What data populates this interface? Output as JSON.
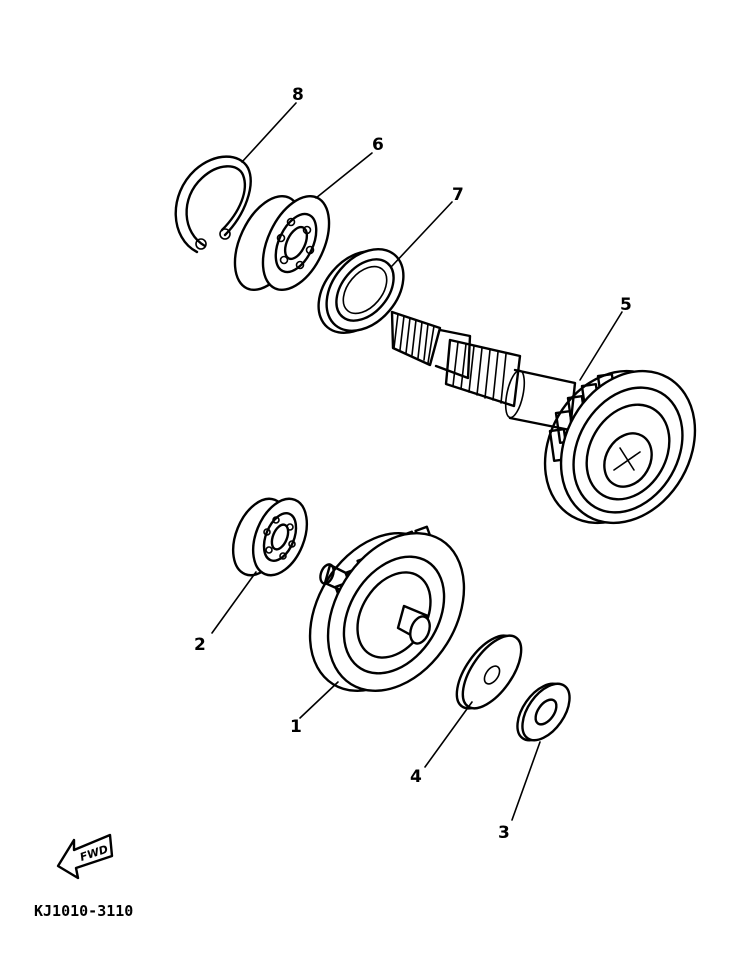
{
  "callouts": [
    {
      "id": "1",
      "label": "1"
    },
    {
      "id": "2",
      "label": "2"
    },
    {
      "id": "3",
      "label": "3"
    },
    {
      "id": "4",
      "label": "4"
    },
    {
      "id": "5",
      "label": "5"
    },
    {
      "id": "6",
      "label": "6"
    },
    {
      "id": "7",
      "label": "7"
    },
    {
      "id": "8",
      "label": "8"
    }
  ],
  "fwd_arrow": {
    "label": "FWD",
    "icon": "fwd-arrow-icon"
  },
  "diagram_code": "KJ1010-3110",
  "colors": {
    "ink": "#000000",
    "paper": "#ffffff"
  }
}
